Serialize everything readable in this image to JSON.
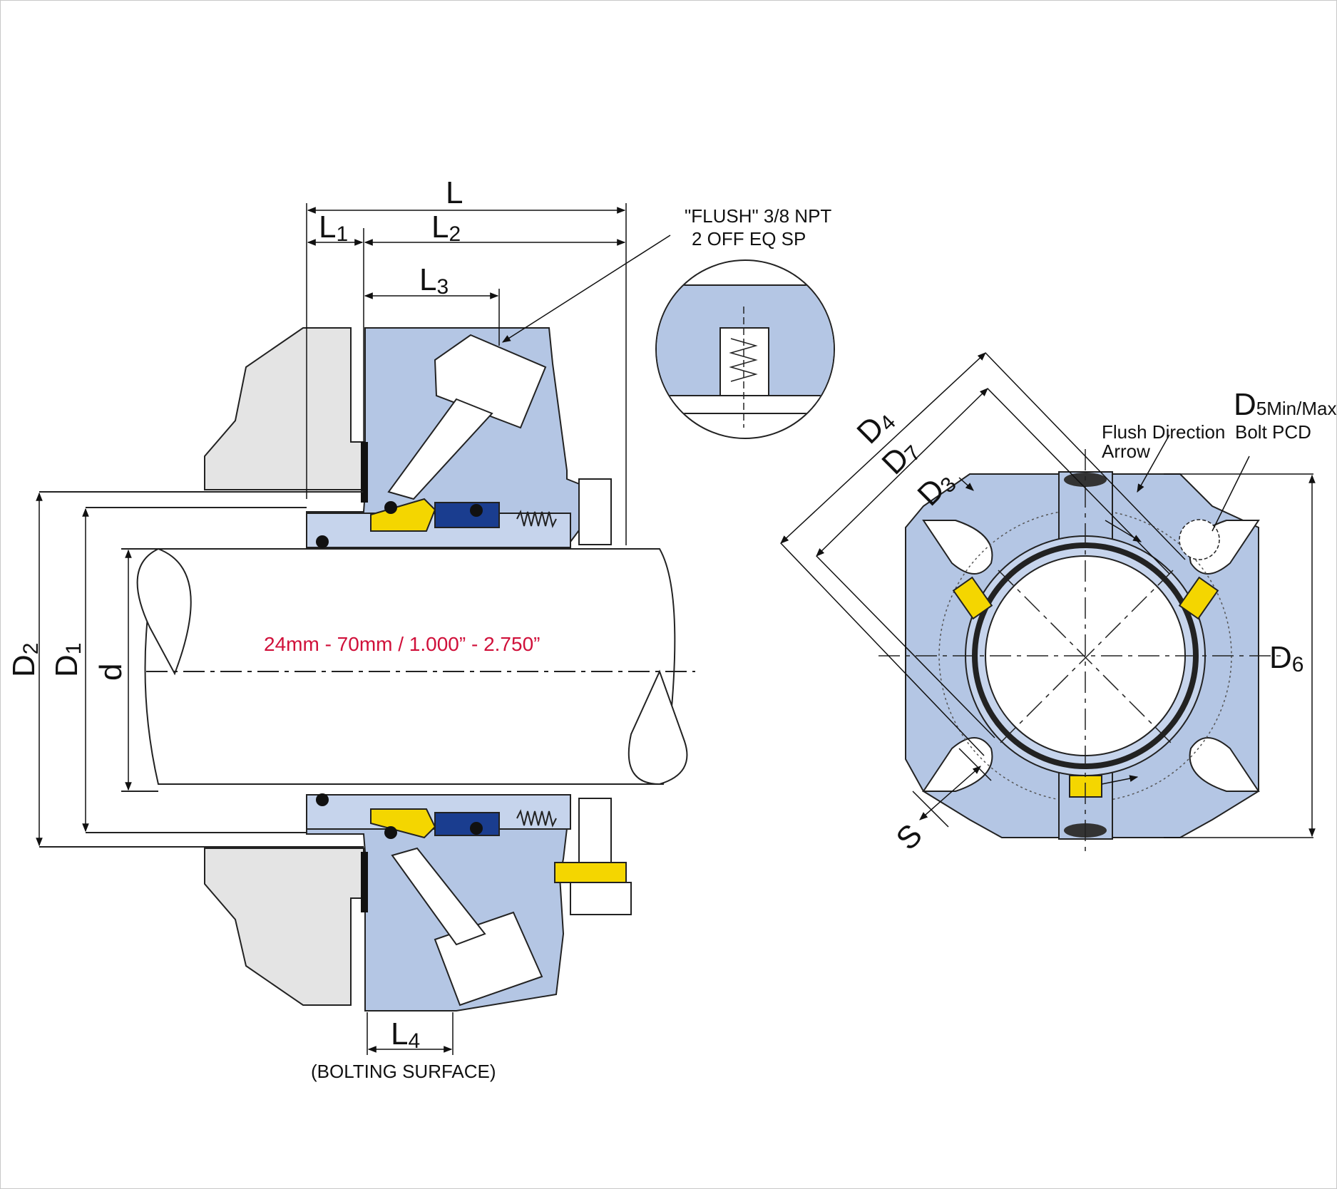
{
  "dimensions": {
    "L": "L",
    "L1": {
      "main": "L",
      "sub": "1"
    },
    "L2": {
      "main": "L",
      "sub": "2"
    },
    "L3": {
      "main": "L",
      "sub": "3"
    },
    "L4": {
      "main": "L",
      "sub": "4"
    },
    "D1": {
      "main": "D",
      "sub": "1"
    },
    "D2": {
      "main": "D",
      "sub": "2"
    },
    "D3": {
      "main": "D",
      "sub": "3"
    },
    "D4": {
      "main": "D",
      "sub": "4"
    },
    "D5": {
      "main": "D",
      "sub": "5Min/Max"
    },
    "D6": {
      "main": "D",
      "sub": "6"
    },
    "D7": {
      "main": "D",
      "sub": "7"
    },
    "d": "d",
    "S": "S"
  },
  "annotations": {
    "flush_line1": "\"FLUSH\" 3/8 NPT",
    "flush_line2": "2 OFF EQ SP",
    "flush_direction_line1": "Flush Direction",
    "flush_direction_line2": "Arrow",
    "bolt_pcd": "Bolt PCD",
    "bolting_surface": "(BOLTING SURFACE)",
    "shaft_size_range": "24mm - 70mm / 1.000” - 2.750”"
  },
  "colors": {
    "gland_blue": "#b4c6e4",
    "housing_grey": "#e4e4e4",
    "seal_face_yellow": "#f4d600",
    "seat_dark_blue": "#1a3d8f",
    "range_text_red": "#d0103a"
  }
}
